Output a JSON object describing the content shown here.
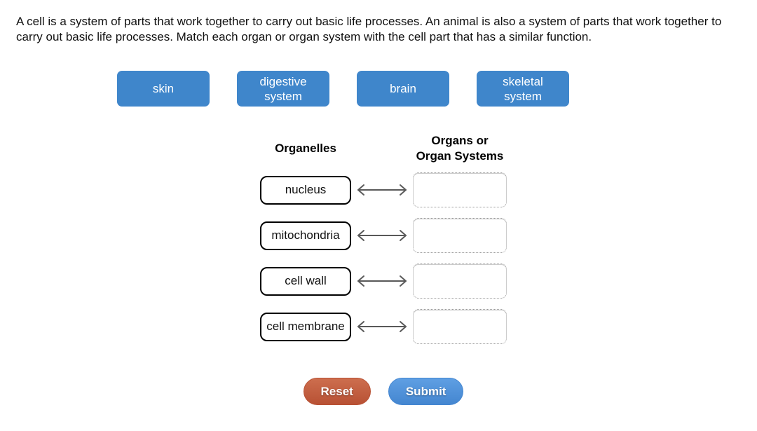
{
  "instructions": "A cell is a system of parts that work together to carry out basic life processes. An animal is also a system of parts that work together to carry out basic life processes. Match each organ or organ system with the cell part that has a similar function.",
  "chips": [
    {
      "label": "skin"
    },
    {
      "label": "digestive system"
    },
    {
      "label": "brain"
    },
    {
      "label": "skeletal system"
    }
  ],
  "table": {
    "left_header": "Organelles",
    "right_header_line1": "Organs or",
    "right_header_line2": "Organ Systems",
    "rows": [
      {
        "organelle": "nucleus",
        "answer": ""
      },
      {
        "organelle": "mitochondria",
        "answer": ""
      },
      {
        "organelle": "cell wall",
        "answer": ""
      },
      {
        "organelle": "cell membrane",
        "answer": ""
      }
    ]
  },
  "buttons": {
    "reset": "Reset",
    "submit": "Submit"
  },
  "colors": {
    "chip_blue": "#3f86cb",
    "submit_blue_top": "#5f9fe3",
    "submit_blue_bottom": "#4486d0",
    "reset_red_top": "#cd6e4e",
    "reset_red_bottom": "#b85134",
    "arrow_gray": "#595959",
    "drop_border_gray": "#999999"
  }
}
